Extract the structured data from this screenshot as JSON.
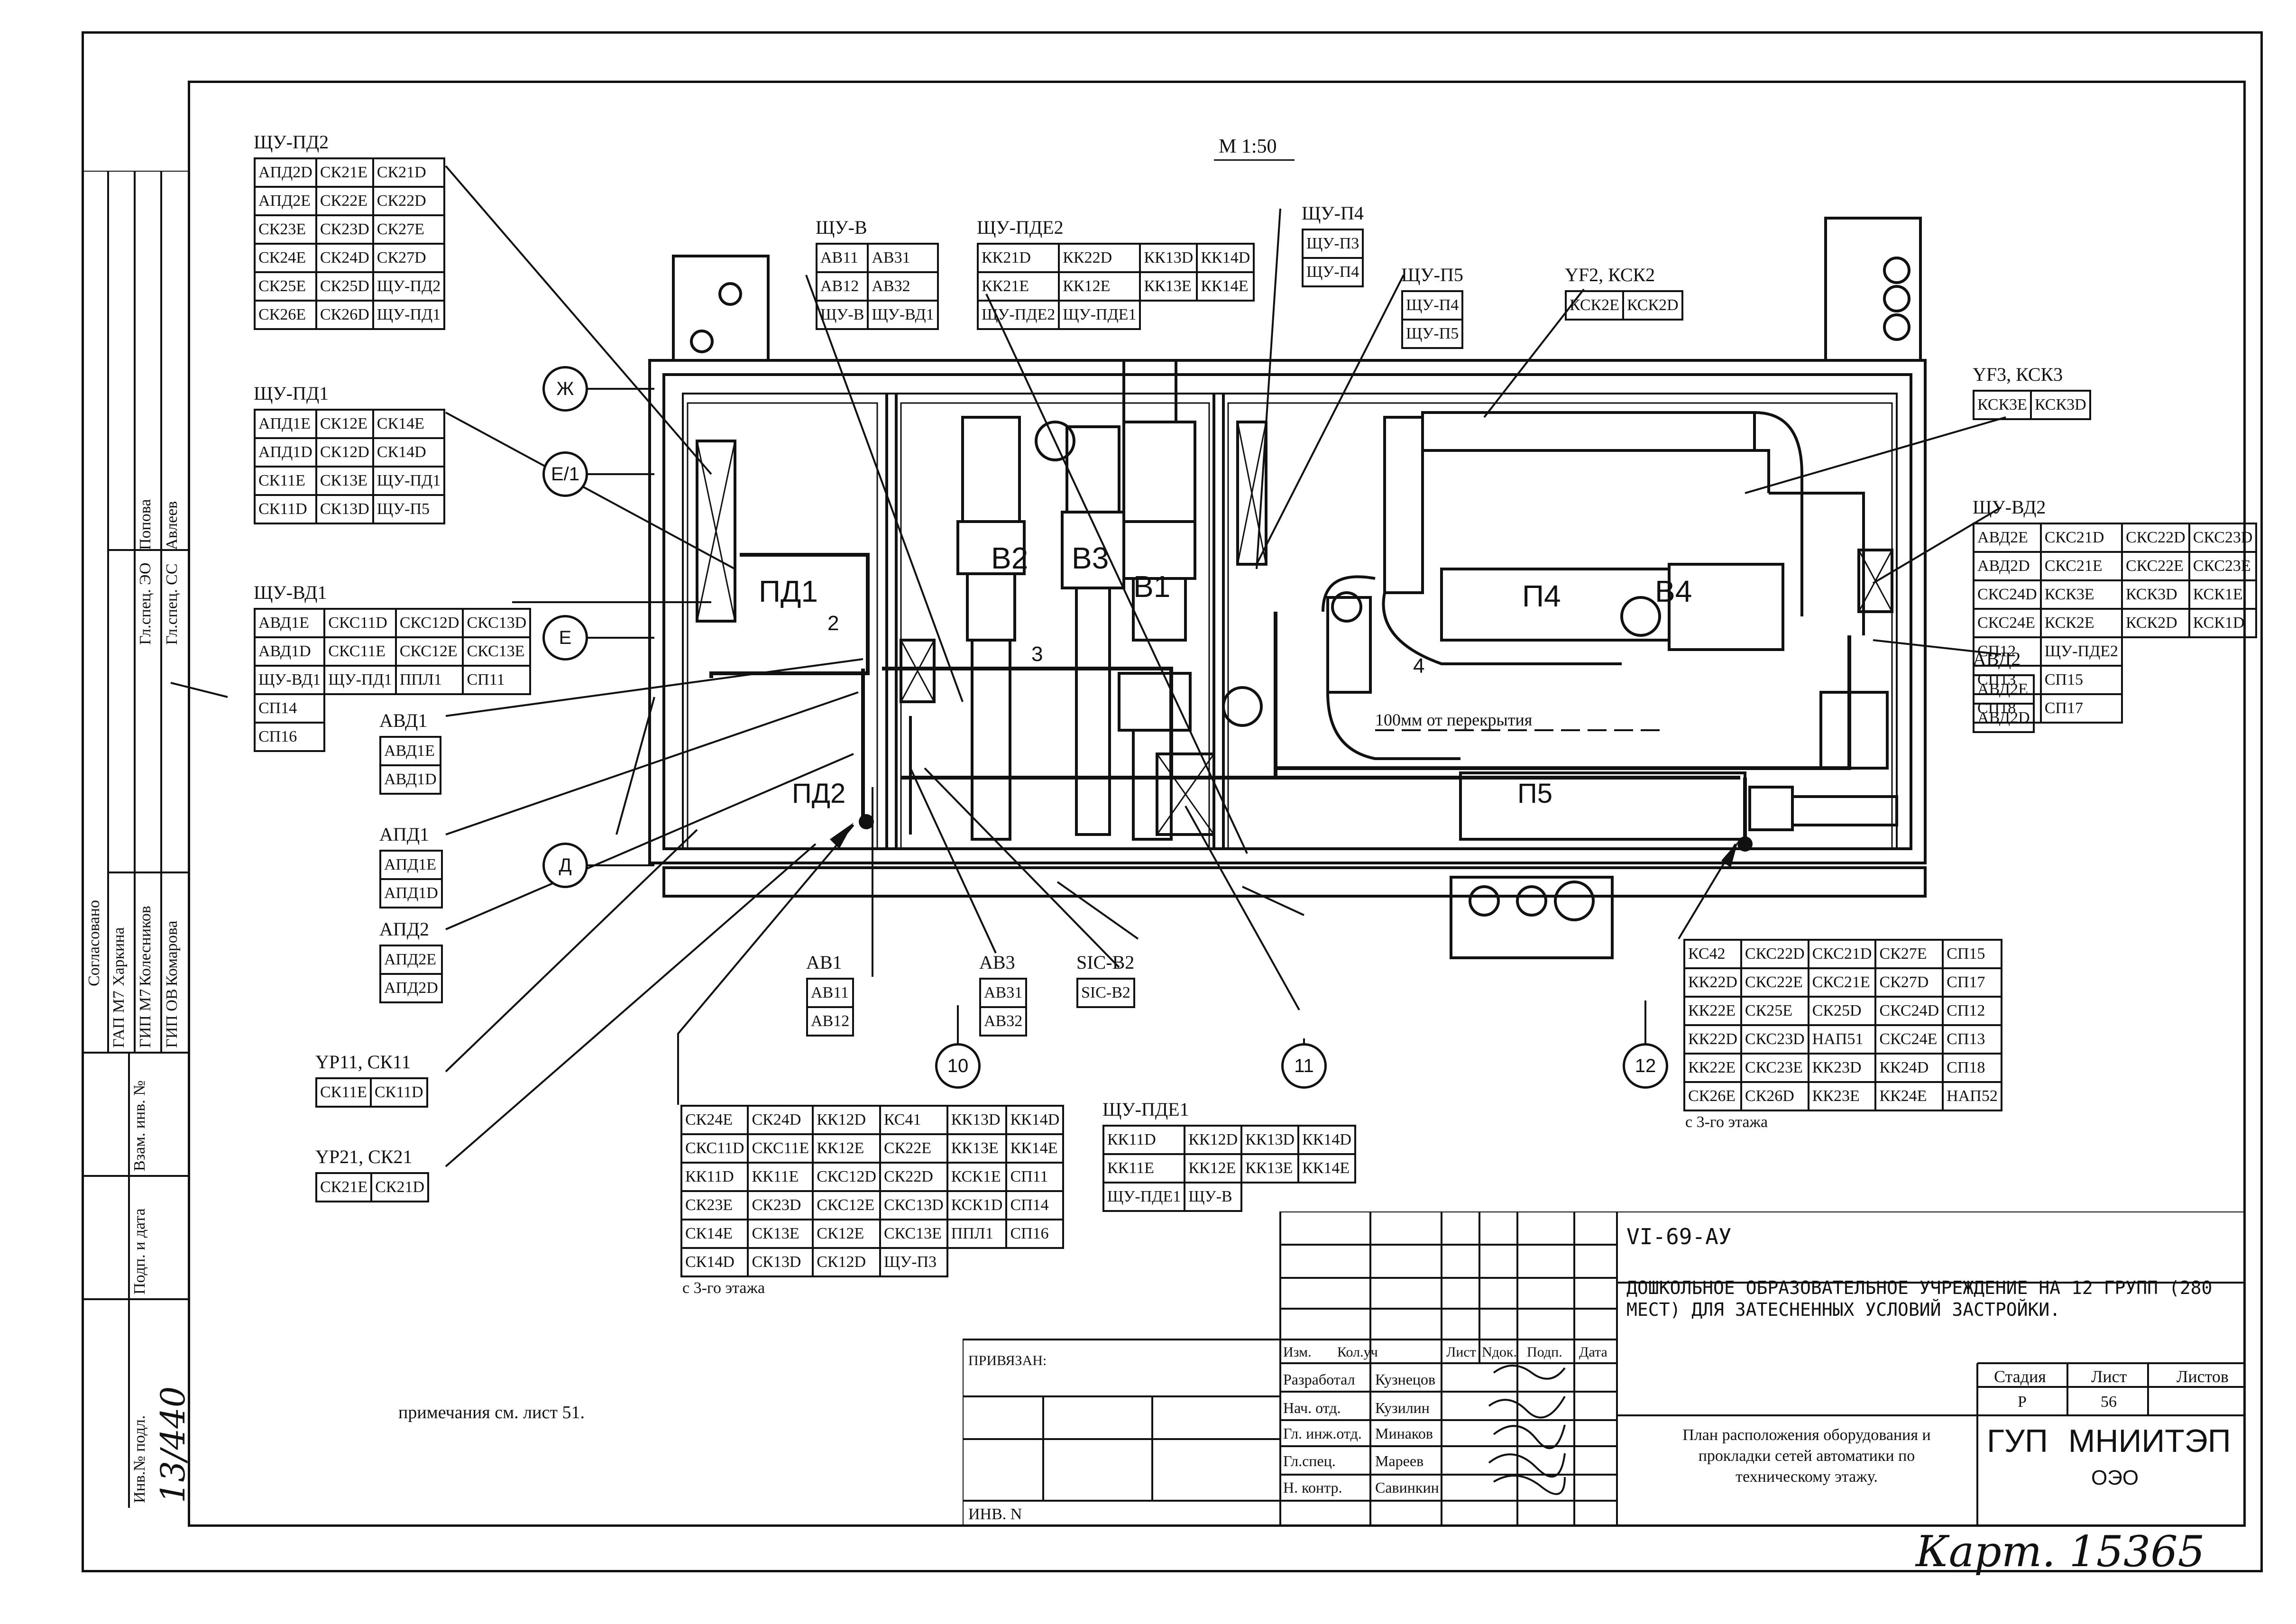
{
  "scale": "М 1:50",
  "axes": [
    "Ж",
    "Е/1",
    "Е",
    "Д"
  ],
  "callouts": [
    "10",
    "11",
    "12"
  ],
  "room_labels": [
    "ПД1",
    "ПД2",
    "В2",
    "В3",
    "В1",
    "П4",
    "В4",
    "П5",
    "2",
    "3",
    "4"
  ],
  "duct_note": "100мм от перекрытия",
  "note": "примечания см. лист 51.",
  "handwritten_number": "Карт. 15365",
  "groups": [
    {
      "title": "ЩУ-ПД2",
      "rows": [
        [
          "АПД2D",
          "СК21Е",
          "СК21D"
        ],
        [
          "АПД2Е",
          "СК22Е",
          "СК22D"
        ],
        [
          "СК23Е",
          "СК23D",
          "СК27Е"
        ],
        [
          "СК24Е",
          "СК24D",
          "СК27D"
        ],
        [
          "СК25Е",
          "СК25D",
          "ЩУ-ПД2"
        ],
        [
          "СК26Е",
          "СК26D",
          "ЩУ-ПД1"
        ]
      ]
    },
    {
      "title": "ЩУ-ПД1",
      "rows": [
        [
          "АПД1Е",
          "СК12Е",
          "СК14Е"
        ],
        [
          "АПД1D",
          "СК12D",
          "СК14D"
        ],
        [
          "СК11Е",
          "СК13Е",
          "ЩУ-ПД1"
        ],
        [
          "СК11D",
          "СК13D",
          "ЩУ-П5"
        ]
      ]
    },
    {
      "title": "ЩУ-ВД1",
      "rows": [
        [
          "АВД1Е",
          "СКС11D",
          "СКС12D",
          "СКС13D"
        ],
        [
          "АВД1D",
          "СКС11Е",
          "СКС12Е",
          "СКС13Е"
        ],
        [
          "ЩУ-ВД1",
          "ЩУ-ПД1",
          "ППЛ1",
          "СП11"
        ],
        [
          "СП14"
        ],
        [
          "СП16"
        ]
      ]
    },
    {
      "title": "АВД1",
      "rows": [
        [
          "АВД1Е"
        ],
        [
          "АВД1D"
        ]
      ]
    },
    {
      "title": "АПД1",
      "rows": [
        [
          "АПД1Е"
        ],
        [
          "АПД1D"
        ]
      ]
    },
    {
      "title": "АПД2",
      "rows": [
        [
          "АПД2Е"
        ],
        [
          "АПД2D"
        ]
      ]
    },
    {
      "title": "YP11, СК11",
      "rows": [
        [
          "СК11Е",
          "СК11D"
        ]
      ]
    },
    {
      "title": "YP21, СК21",
      "rows": [
        [
          "СК21Е",
          "СК21D"
        ]
      ]
    },
    {
      "title": "ЩУ-В",
      "rows": [
        [
          "АВ11",
          "АВ31"
        ],
        [
          "АВ12",
          "АВ32"
        ],
        [
          "ЩУ-В",
          "ЩУ-ВД1"
        ]
      ]
    },
    {
      "title": "ЩУ-ПДЕ2",
      "rows": [
        [
          "КК21D",
          "КК22D",
          "КК13D",
          "КК14D"
        ],
        [
          "КК21Е",
          "КК12Е",
          "КК13Е",
          "КК14Е"
        ],
        [
          "ЩУ-ПДЕ2",
          "ЩУ-ПДЕ1"
        ]
      ]
    },
    {
      "title": "ЩУ-П4",
      "rows": [
        [
          "ЩУ-П3"
        ],
        [
          "ЩУ-П4"
        ]
      ]
    },
    {
      "title": "ЩУ-П5",
      "rows": [
        [
          "ЩУ-П4"
        ],
        [
          "ЩУ-П5"
        ]
      ]
    },
    {
      "title": "YF2, КСК2",
      "rows": [
        [
          "КСК2Е",
          "КСК2D"
        ]
      ]
    },
    {
      "title": "YF3, КСК3",
      "rows": [
        [
          "КСК3Е",
          "КСК3D"
        ]
      ]
    },
    {
      "title": "ЩУ-ВД2",
      "rows": [
        [
          "АВД2Е",
          "СКС21D",
          "СКС22D",
          "СКС23D"
        ],
        [
          "АВД2D",
          "СКС21Е",
          "СКС22Е",
          "СКС23Е"
        ],
        [
          "СКС24D",
          "КСК3Е",
          "КСК3D",
          "КСК1Е"
        ],
        [
          "СКС24Е",
          "КСК2Е",
          "КСК2D",
          "КСК1D"
        ],
        [
          "СП12",
          "ЩУ-ПДЕ2"
        ],
        [
          "СП13",
          "СП15"
        ],
        [
          "СП18",
          "СП17"
        ]
      ]
    },
    {
      "title": "АВД2",
      "rows": [
        [
          "АВД2Е"
        ],
        [
          "АВД2D"
        ]
      ]
    },
    {
      "title": "АВ1",
      "rows": [
        [
          "АВ11"
        ],
        [
          "АВ12"
        ]
      ]
    },
    {
      "title": "АВ3",
      "rows": [
        [
          "АВ31"
        ],
        [
          "АВ32"
        ]
      ]
    },
    {
      "title": "SIC-B2",
      "rows": [
        [
          "SIC-B2"
        ]
      ]
    },
    {
      "title": "ЩУ-ПДЕ1",
      "rows": [
        [
          "КК11D",
          "КК12D",
          "КК13D",
          "КК14D"
        ],
        [
          "КК11Е",
          "КК12Е",
          "КК13Е",
          "КК14Е"
        ],
        [
          "ЩУ-ПДЕ1",
          "ЩУ-В"
        ]
      ]
    },
    {
      "title": "",
      "rows": [
        [
          "СК24Е",
          "СК24D",
          "КК12D",
          "КС41",
          "КК13D",
          "КК14D"
        ],
        [
          "СКС11D",
          "СКС11Е",
          "КК12Е",
          "СК22Е",
          "КК13Е",
          "КК14Е"
        ],
        [
          "КК11D",
          "КК11Е",
          "СКС12D",
          "СК22D",
          "КСК1Е",
          "СП11"
        ],
        [
          "СК23Е",
          "СК23D",
          "СКС12Е",
          "СКС13D",
          "КСК1D",
          "СП14"
        ],
        [
          "СК14Е",
          "СК13Е",
          "СК12Е",
          "СКС13Е",
          "ППЛ1",
          "СП16"
        ],
        [
          "СК14D",
          "СК13D",
          "СК12D",
          "ЩУ-П3"
        ]
      ],
      "footer": "с 3-го этажа"
    },
    {
      "title": "",
      "rows": [
        [
          "КС42",
          "СКС22D",
          "СКС21D",
          "СК27Е",
          "СП15"
        ],
        [
          "КК22D",
          "СКС22Е",
          "СКС21Е",
          "СК27D",
          "СП17"
        ],
        [
          "КК22Е",
          "СК25Е",
          "СК25D",
          "СКС24D",
          "СП12"
        ],
        [
          "КК22D",
          "СКС23D",
          "НАП51",
          "СКС24Е",
          "СП13"
        ],
        [
          "КК22Е",
          "СКС23Е",
          "КК23D",
          "КК24D",
          "СП18"
        ],
        [
          "СК26Е",
          "СК26D",
          "КК23Е",
          "КК24Е",
          "НАП52"
        ]
      ],
      "footer": "с 3-го этажа"
    }
  ],
  "side_stamp": {
    "approved": "Согласовано",
    "rows": [
      [
        "ГАП М7",
        "Харкина"
      ],
      [
        "ГИП М7",
        "Колесников"
      ],
      [
        "ГИП ОВ",
        "Комарова"
      ]
    ],
    "specs": [
      [
        "Гл.спец. ЭО",
        "Попова"
      ],
      [
        "Гл.спец. СС",
        "Авлеев"
      ]
    ],
    "fields": [
      "Инв.№ подл.",
      "Подп. и дата",
      "Взам. инв. №"
    ],
    "inv_value": "13/440"
  },
  "title_block": {
    "code": "VI-69-АУ",
    "title": "ДОШКОЛЬНОЕ ОБРАЗОВАТЕЛЬНОЕ УЧРЕЖДЕНИЕ НА 12 ГРУПП (280 МЕСТ) ДЛЯ ЗАТЕСНЕННЫХ УСЛОВИЙ ЗАСТРОЙКИ.",
    "header": [
      "Изм.",
      "Кол.уч",
      "Лист",
      "Nдок.",
      "Подп.",
      "Дата"
    ],
    "staff": [
      [
        "Разработал",
        "Кузнецов"
      ],
      [
        "Нач. отд.",
        "Кузилин"
      ],
      [
        "Гл. инж.отд.",
        "Минаков"
      ],
      [
        "Гл.спец.",
        "Мареев"
      ],
      [
        "Н. контр.",
        "Савинкин"
      ]
    ],
    "stage_header": [
      "Стадия",
      "Лист",
      "Листов"
    ],
    "stage": "Р",
    "sheet": "56",
    "sheets": "",
    "drawing_name": "План расположения оборудования и прокладки сетей автоматики по техническому этажу.",
    "org": "ГУП МНИИТЭП",
    "dept": "ОЭО",
    "bound": "ПРИВЯЗАН:",
    "inv": "ИНВ. N"
  }
}
